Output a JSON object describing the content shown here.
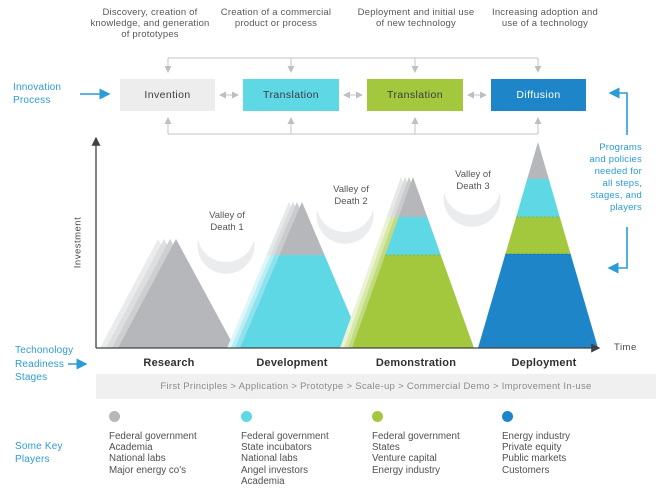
{
  "colors": {
    "accent_blue": "#2b9cd8",
    "box_gray": "#ededee",
    "cyan": "#5fd8e5",
    "green": "#a3c83e",
    "blue": "#1e86c8",
    "mountain_gray": "#b5b7ba"
  },
  "top_flow": {
    "descriptions": [
      "Discovery, creation of knowledge, and generation of prototypes",
      "Creation of a commercial product or process",
      "Deployment and initial use of new technology",
      "Increasing adoption and use of a technology"
    ],
    "boxes": [
      {
        "label": "Invention"
      },
      {
        "label": "Translation"
      },
      {
        "label": "Translation"
      },
      {
        "label": "Diffusion"
      }
    ]
  },
  "side_labels": {
    "innovation_process": "Innovation Process",
    "programs": "Programs and policies needed for all steps, stages, and players",
    "technology_readiness": "Techonology Readiness Stages",
    "some_key_players": "Some Key Players"
  },
  "axes": {
    "y": "Investment",
    "x": "Time"
  },
  "valleys": [
    {
      "line1": "Valley of",
      "line2": "Death 1"
    },
    {
      "line1": "Valley of",
      "line2": "Death 2"
    },
    {
      "line1": "Valley of",
      "line2": "Death 3"
    }
  ],
  "stages": [
    "Research",
    "Development",
    "Demonstration",
    "Deployment"
  ],
  "trl_bar": "First Principles > Application > Prototype > Scale-up > Commercial Demo > Improvement In-use",
  "players": {
    "columns": [
      {
        "color": "#b5b7ba",
        "items": [
          "Federal government",
          "Academia",
          "National labs",
          "Major energy co's"
        ]
      },
      {
        "color": "#5fd8e5",
        "items": [
          "Federal government",
          "State incubators",
          "National labs",
          "Angel investors",
          "Academia"
        ]
      },
      {
        "color": "#a3c83e",
        "items": [
          "Federal government",
          "States",
          "Venture capital",
          "Energy industry"
        ]
      },
      {
        "color": "#1e86c8",
        "items": [
          "Energy industry",
          "Private equity",
          "Public markets",
          "Customers"
        ]
      }
    ]
  }
}
